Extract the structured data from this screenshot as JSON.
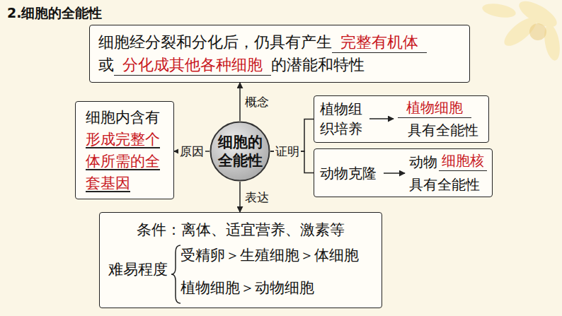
{
  "diagram": {
    "title": "2.细胞的全能性",
    "nodes": [
      {
        "text": [
          "细胞经分裂和分化后，仍具有产生",
          "完整有机体",
          "或",
          "分化成其他各种细胞",
          "的潜能和特性"
        ]
      },
      {
        "text": [
          "细胞内含有",
          "形成完整个体所需的全套基因"
        ]
      },
      {
        "text": [
          "细胞的全能性"
        ]
      },
      {
        "text": [
          "植物组织培养",
          "植物细胞",
          "具有全能性"
        ]
      },
      {
        "text": [
          "动物克隆",
          "动物",
          "细胞核",
          "具有全能性"
        ]
      },
      {
        "text": [
          "条件：离体、适宜营养、激素等",
          "难易程度",
          "受精卵＞生殖细胞＞体细胞",
          "植物细胞＞动物细胞"
        ]
      }
    ],
    "edges": [
      {
        "from": 2,
        "to": 0,
        "arrow": "to",
        "label": "概念"
      },
      {
        "from": 2,
        "to": 1,
        "arrow": "to",
        "label": "原因"
      },
      {
        "from": 2,
        "to": 3,
        "arrow": "none",
        "label": "证明"
      },
      {
        "from": 2,
        "to": 4,
        "arrow": "none"
      },
      {
        "from": 2,
        "to": 5,
        "arrow": "to",
        "label": "表达"
      }
    ]
  }
}
